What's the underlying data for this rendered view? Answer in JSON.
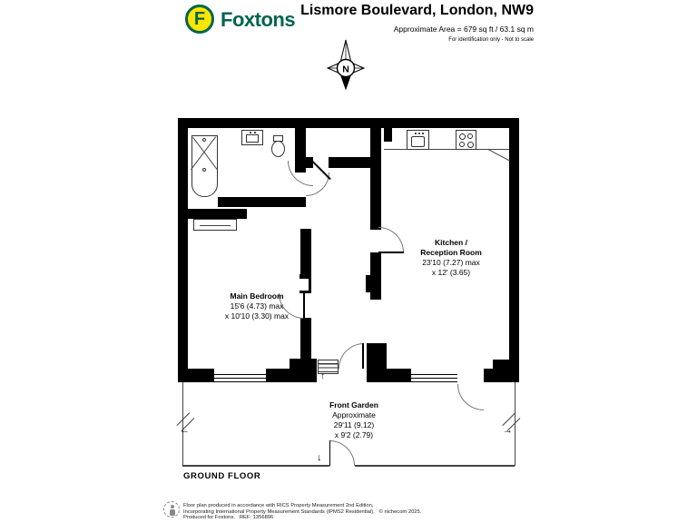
{
  "header": {
    "logo_letter": "F",
    "brand": "Foxtons",
    "title": "Lismore Boulevard, London, NW9",
    "area_line": "Approximate Area = 679 sq ft / 63.1 sq m",
    "note_line": "For identification only - Not to scale"
  },
  "compass": {
    "label": "N"
  },
  "rooms": {
    "main_bedroom": {
      "name": "Main Bedroom",
      "dim1": "15'6 (4.73) max",
      "dim2": "x 10'10 (3.30) max"
    },
    "kitchen_reception": {
      "name_line1": "Kitchen /",
      "name_line2": "Reception Room",
      "dim1": "23'10 (7.27) max",
      "dim2": "x 12' (3.65)"
    },
    "front_garden": {
      "name": "Front Garden",
      "approx": "Approximate",
      "dim1": "29'11 (9.12)",
      "dim2": "x 9'2 (2.79)"
    }
  },
  "floor_label": "GROUND FLOOR",
  "footer": {
    "line1": "Floor plan produced in accordance with RICS Property Measurement 2nd Edition,",
    "line2": "Incorporating International Property Measurement Standards (IPMS2 Residential).   © nichecom 2025.",
    "line3": "Produced for Foxtons.   REF: 1356896"
  },
  "colors": {
    "brand_green": "#00654F",
    "brand_yellow": "#FFE600",
    "wall_black": "#000000",
    "line_grey": "#555555"
  }
}
